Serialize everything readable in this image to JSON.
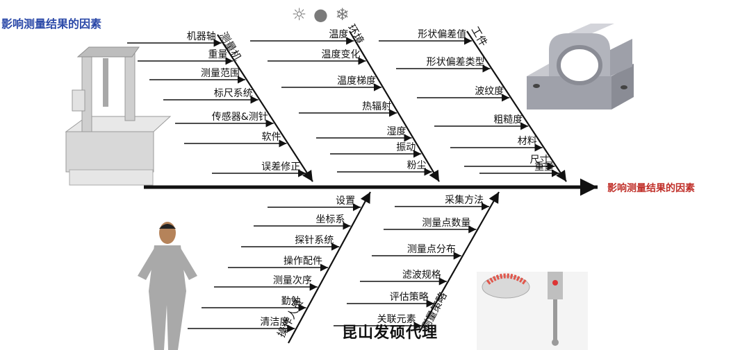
{
  "title_left": "影响测量结果的因素",
  "effect_label": "影响测量结果的因素",
  "watermark": "昆山发硕代理",
  "weather_icons": [
    "sun-icon",
    "water-drop-icon",
    "snowflake-icon"
  ],
  "colors": {
    "title": "#2a48a8",
    "effect": "#c0302a",
    "line": "#111111"
  },
  "categories": {
    "machine": {
      "label": "测量机",
      "causes": [
        "机器轴",
        "重量",
        "测量范围",
        "标尺系统",
        "传感器&测针",
        "软件",
        "误差修正"
      ]
    },
    "environment": {
      "label": "环境",
      "causes": [
        "温度",
        "温度变化",
        "温度梯度",
        "热辐射",
        "湿度",
        "振动",
        "粉尘"
      ]
    },
    "workpiece": {
      "label": "工件",
      "causes": [
        "形状偏差值",
        "形状偏差类型",
        "波纹度",
        "粗糙度",
        "材料",
        "尺寸",
        "重量"
      ]
    },
    "operator": {
      "label": "操作人员",
      "causes": [
        "设置",
        "坐标系",
        "探针系统",
        "操作配件",
        "测量次序",
        "勤勉",
        "清洁度"
      ]
    },
    "strategy": {
      "label": "测量策略",
      "causes": [
        "采集方法",
        "测量点数量",
        "测量点分布",
        "滤波规格",
        "评估策略",
        "关联元素"
      ]
    }
  }
}
